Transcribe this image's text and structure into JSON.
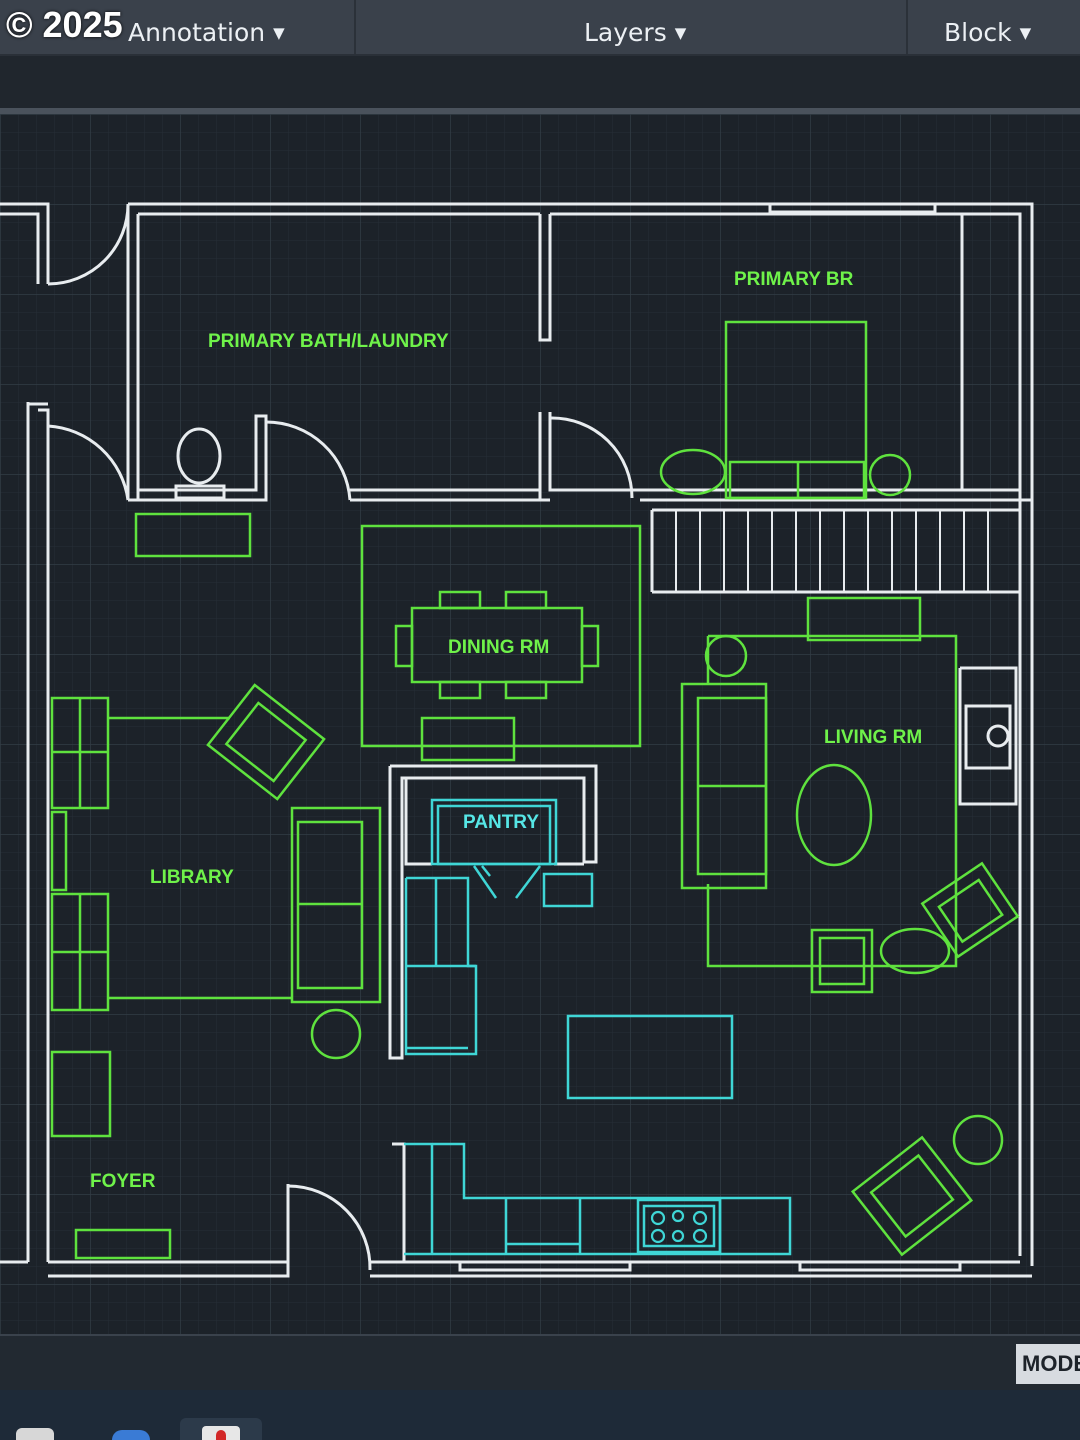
{
  "watermark": "© 2025",
  "ribbon": {
    "panels": [
      {
        "label": "Annotation"
      },
      {
        "label": "Layers"
      },
      {
        "label": "Block"
      }
    ]
  },
  "drawing": {
    "rooms": {
      "primary_bath_laundry": "PRIMARY BATH/LAUNDRY",
      "primary_br": "PRIMARY BR",
      "dining_rm": "DINING RM",
      "living_rm": "LIVING RM",
      "pantry": "PANTRY",
      "library": "LIBRARY",
      "foyer": "FOYER"
    }
  },
  "status_bar": {
    "model_button": "MODEL"
  },
  "colors": {
    "walls": "#e8ecef",
    "furniture": "#5fe23e",
    "kitchen": "#3fd6d6",
    "grid": "#2a333b",
    "background": "#1c2229"
  }
}
